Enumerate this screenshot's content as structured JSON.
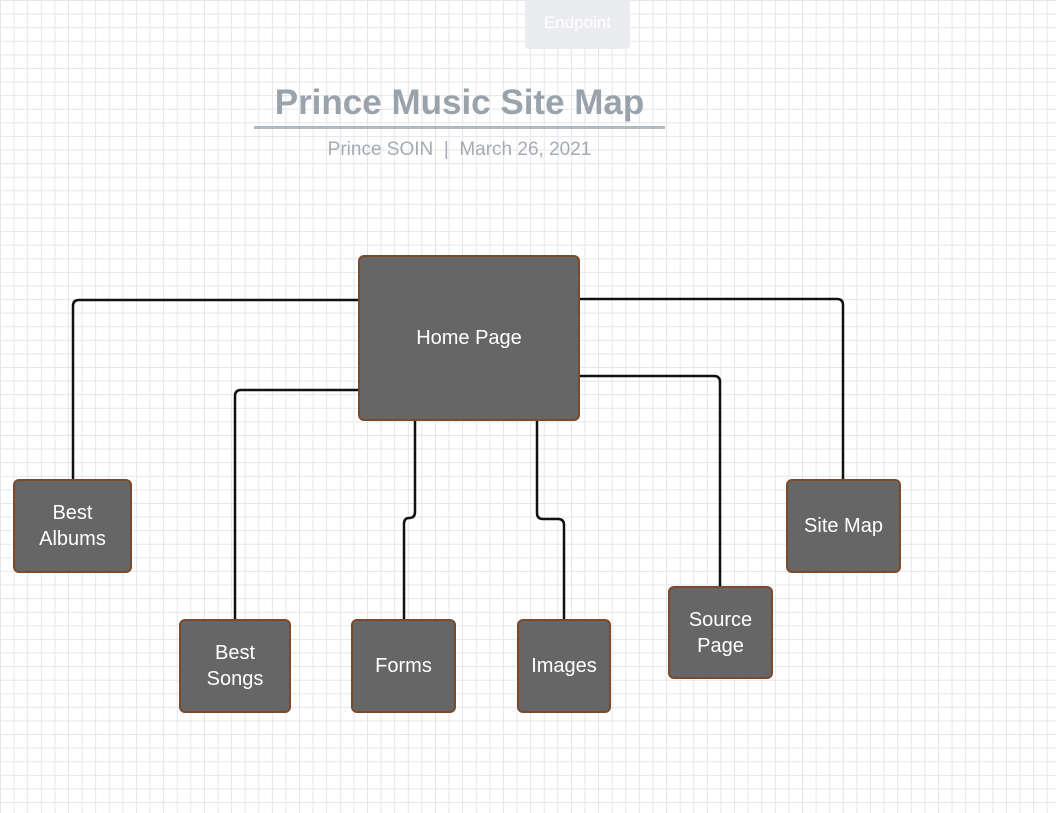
{
  "canvas": {
    "endpoint_label": "Endpoint"
  },
  "header": {
    "title": "Prince Music Site Map",
    "author": "Prince SOIN",
    "separator": "|",
    "date": "March 26, 2021"
  },
  "nodes": {
    "home": "Home Page",
    "best_albums": "Best\nAlbums",
    "best_songs": "Best\nSongs",
    "forms": "Forms",
    "images": "Images",
    "source_page": "Source\nPage",
    "site_map": "Site Map"
  },
  "colors": {
    "node_fill": "#666666",
    "node_border": "#7b4a2a",
    "connector": "#111111",
    "title_text": "#9aa2ac"
  }
}
